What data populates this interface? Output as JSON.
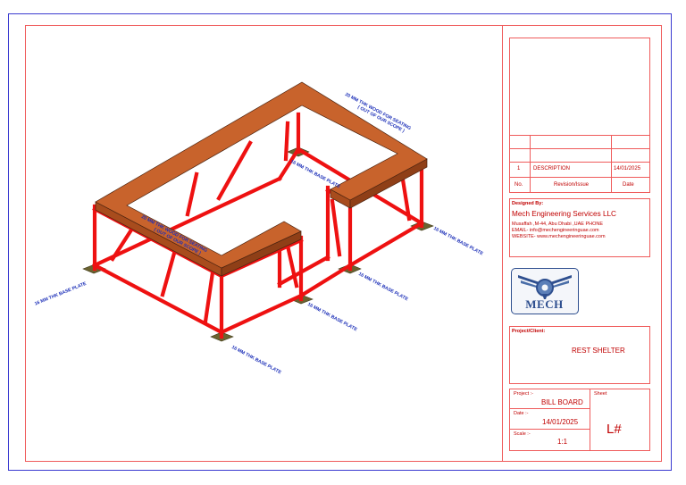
{
  "drawing": {
    "labels": {
      "wood_top_1": "20 MM THK WOOD FOR SEATING",
      "wood_top_2": "( OUT OF OUR SCOPE )",
      "wood_mid_1": "20 MM THK WOOD FOR SEATING",
      "wood_mid_2": "( OUT OF OUR SCOPE )",
      "bp_center": "16 MM THK BASE PLATE",
      "bp_right": "16 MM THK BASE PLATE",
      "bp_mid_right": "16 MM THK BASE PLATE",
      "bp_mid": "16 MM THK BASE PLATE",
      "bp_bottom": "16 MM THK BASE PLATE",
      "bp_left": "16 MM THK BASE PLATE"
    },
    "colors": {
      "wood": "#c8632c",
      "steel": "#ee1111",
      "plate": "#6b6330",
      "border": "#e63b3b",
      "label": "#1c2fb8"
    }
  },
  "title_block": {
    "revision": {
      "row_no": "1",
      "row_desc": "DESCRIPTION",
      "row_date": "14/01/2025",
      "header_no": "No.",
      "header_rev": "Revision/Issue",
      "header_date": "Date"
    },
    "designed_by_label": "Designed By:",
    "company": "Mech Engineering Services LLC",
    "address": "Musaffah ,M-44, Abu Dhabi ,UAE PHONE",
    "email": "EMAIL- info@mechengineeringuae.com",
    "website": "WEBSITE- www.mechengineeringuae.com",
    "logo_text": "MECH",
    "project_client_label": "Project/Client:",
    "project_client": "REST SHELTER",
    "project_label": "Project :-",
    "project": "BILL BOARD",
    "date_label": "Date :-",
    "date": "14/01/2025",
    "scale_label": "Scale :-",
    "scale": "1:1",
    "sheet_label": "Sheet",
    "sheet": "L#"
  }
}
